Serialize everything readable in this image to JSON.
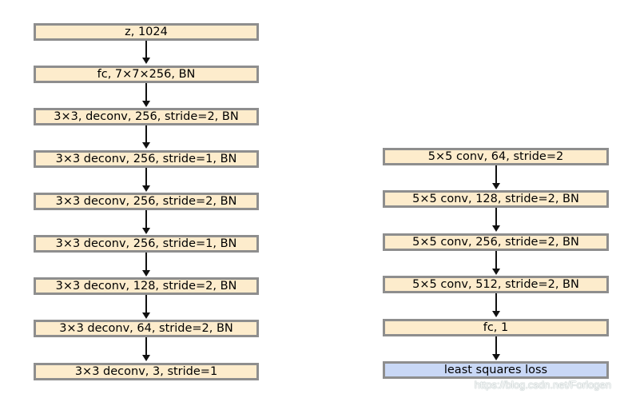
{
  "generator": {
    "layers": [
      "z, 1024",
      "fc, 7×7×256, BN",
      "3×3, deconv, 256, stride=2, BN",
      "3×3 deconv, 256, stride=1, BN",
      "3×3 deconv, 256, stride=2, BN",
      "3×3 deconv, 256, stride=1, BN",
      "3×3 deconv, 128, stride=2, BN",
      "3×3 deconv, 64, stride=2, BN",
      "3×3 deconv, 3, stride=1"
    ]
  },
  "discriminator": {
    "layers": [
      "5×5 conv, 64, stride=2",
      "5×5 conv, 128, stride=2, BN",
      "5×5 conv, 256, stride=2, BN",
      "5×5 conv, 512, stride=2, BN",
      "fc, 1"
    ],
    "loss_label": "least squares loss"
  },
  "watermark": "https://blog.csdn.net/Forlogen",
  "colors": {
    "layer_fill": "#fdeccc",
    "loss_fill": "#c9d8f6",
    "border": "#8e8e8e",
    "arrow": "#111111"
  }
}
